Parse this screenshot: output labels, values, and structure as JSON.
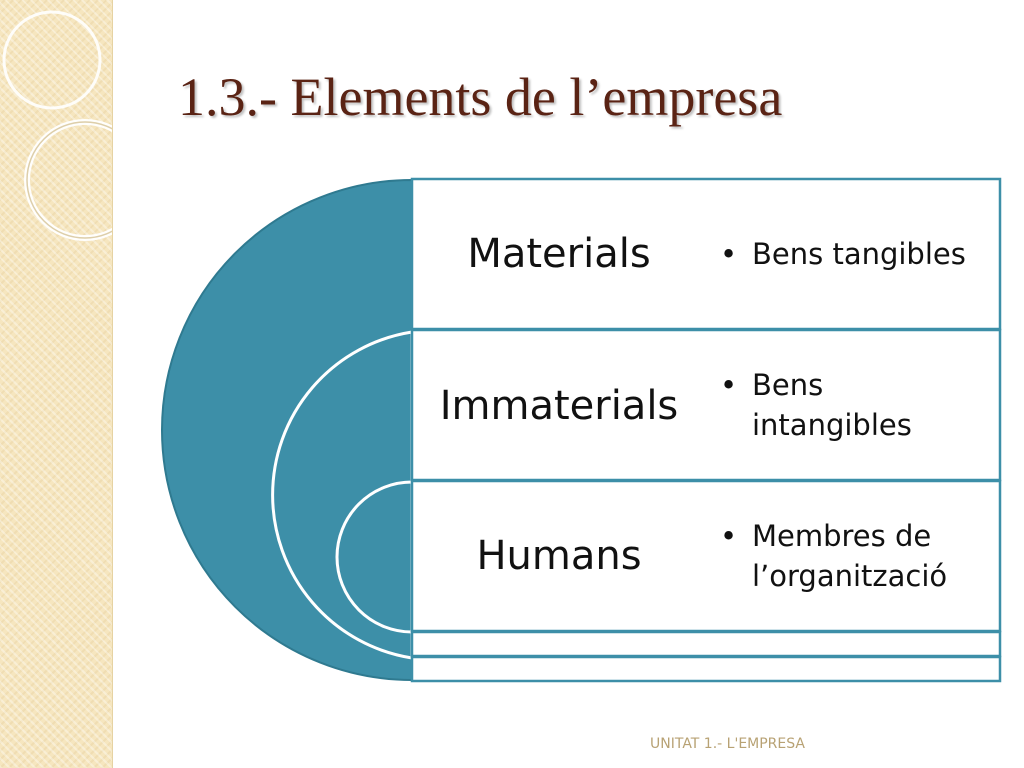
{
  "slide": {
    "title": "1.3.- Elements de l’empresa",
    "footer": "UNITAT 1.- L'EMPRESA"
  },
  "diagram": {
    "rows": [
      {
        "label": "Materials",
        "bullet": "Bens tangibles"
      },
      {
        "label": "Immaterials",
        "bullet": "Bens intangibles"
      },
      {
        "label": "Humans",
        "bullet": "Membres de l’organització"
      }
    ]
  },
  "colors": {
    "teal": "#3d8fa8",
    "title": "#5a2314",
    "band": "#f6e6bf",
    "footer": "#b8a274"
  }
}
